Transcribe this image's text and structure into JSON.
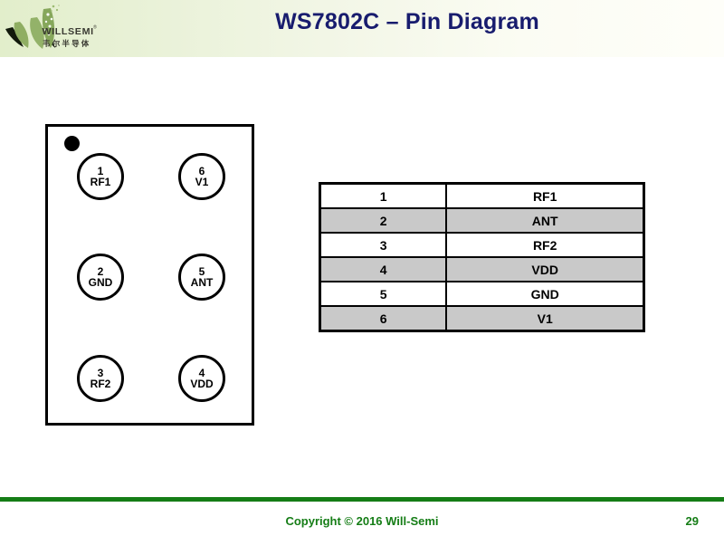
{
  "header": {
    "title": "WS7802C – Pin Diagram",
    "title_color": "#181c6e",
    "logo": {
      "wordmark": "WILLSEMI",
      "registered": "®",
      "chinese": "韦尔半导体",
      "icon_name": "willsemi-leaf-logo",
      "leaf_color": "#8fae63",
      "leaf_dark": "#5d7a3a"
    },
    "band_color_left": "#e2eecb",
    "band_color_right": "#fefef9"
  },
  "diagram": {
    "pin1_marker": "pin1-indicator-dot",
    "pads": [
      {
        "num": "1",
        "name": "RF1",
        "col": "left",
        "row": 1
      },
      {
        "num": "2",
        "name": "GND",
        "col": "left",
        "row": 2
      },
      {
        "num": "3",
        "name": "RF2",
        "col": "left",
        "row": 3
      },
      {
        "num": "6",
        "name": "V1",
        "col": "right",
        "row": 1
      },
      {
        "num": "5",
        "name": "ANT",
        "col": "right",
        "row": 2
      },
      {
        "num": "4",
        "name": "VDD",
        "col": "right",
        "row": 3
      }
    ]
  },
  "pin_table": {
    "rows": [
      {
        "num": "1",
        "name": "RF1",
        "shaded": false
      },
      {
        "num": "2",
        "name": "ANT",
        "shaded": true
      },
      {
        "num": "3",
        "name": "RF2",
        "shaded": false
      },
      {
        "num": "4",
        "name": "VDD",
        "shaded": true
      },
      {
        "num": "5",
        "name": "GND",
        "shaded": false
      },
      {
        "num": "6",
        "name": "V1",
        "shaded": true
      }
    ],
    "shade_color": "#c9c9c9"
  },
  "footer": {
    "copyright": "Copyright © 2016 Will-Semi",
    "page_number": "29",
    "color": "#157d16"
  }
}
